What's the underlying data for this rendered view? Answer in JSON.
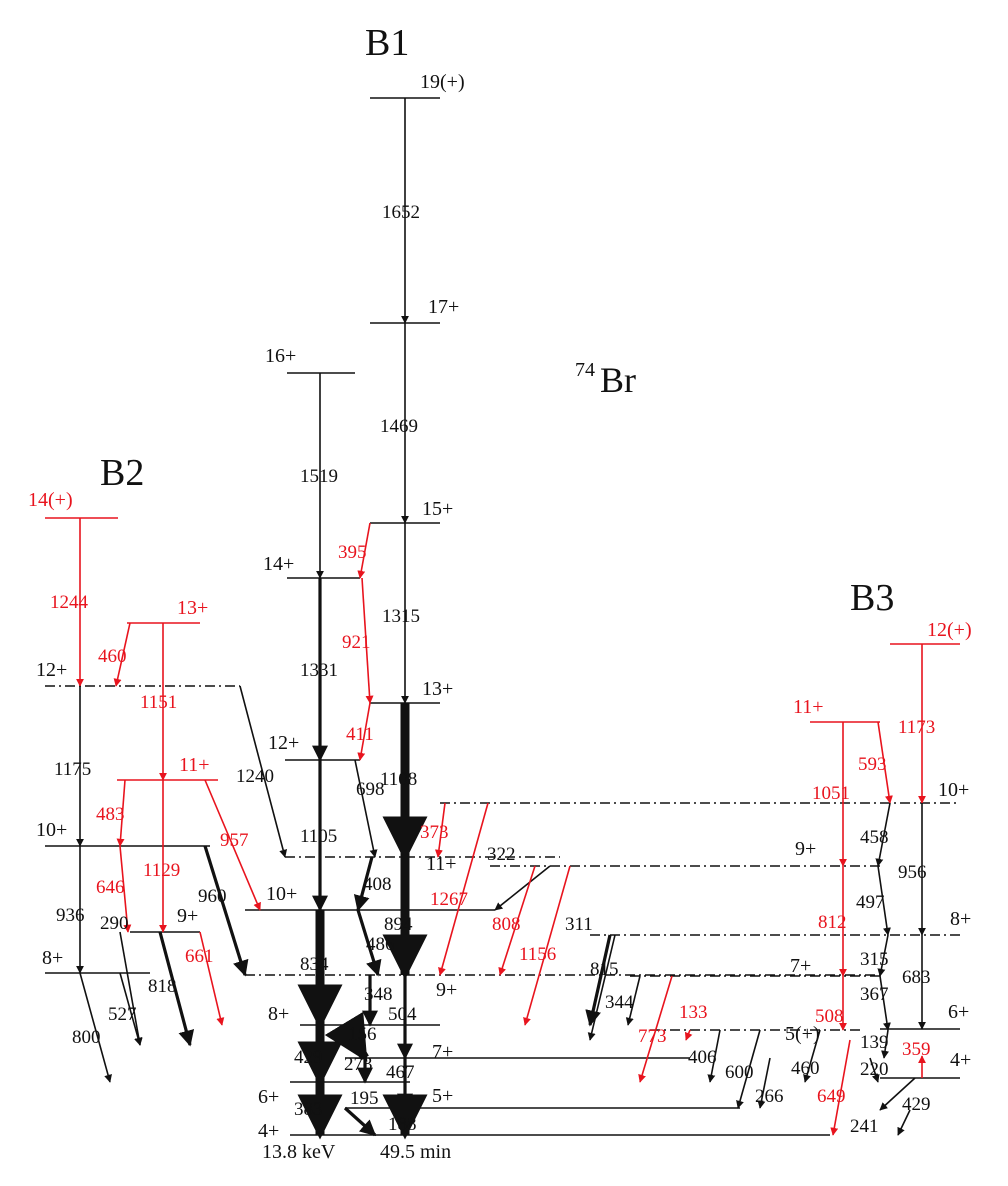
{
  "nucleus": {
    "mass": "74",
    "symbol": "Br"
  },
  "bands": {
    "b1": "B1",
    "b2": "B2",
    "b3": "B3"
  },
  "footer": {
    "energy": "13.8 keV",
    "halflife": "49.5 min"
  },
  "colors": {
    "black": "#111111",
    "red": "#e8141e"
  },
  "levels": [
    {
      "id": "b1_4",
      "spin": "4+",
      "color": "black"
    },
    {
      "id": "b1_5",
      "spin": "5+",
      "color": "black"
    },
    {
      "id": "b1_6",
      "spin": "6+",
      "color": "black"
    },
    {
      "id": "b1_7",
      "spin": "7+",
      "color": "black"
    },
    {
      "id": "b1_8",
      "spin": "8+",
      "color": "black"
    },
    {
      "id": "b1_9",
      "spin": "9+",
      "color": "black"
    },
    {
      "id": "b1_10",
      "spin": "10+",
      "color": "black"
    },
    {
      "id": "b1_11",
      "spin": "11+",
      "color": "black"
    },
    {
      "id": "b1_12",
      "spin": "12+",
      "color": "black"
    },
    {
      "id": "b1_13",
      "spin": "13+",
      "color": "black"
    },
    {
      "id": "b1_14",
      "spin": "14+",
      "color": "black"
    },
    {
      "id": "b1_15",
      "spin": "15+",
      "color": "black"
    },
    {
      "id": "b1_16",
      "spin": "16+",
      "color": "black"
    },
    {
      "id": "b1_17",
      "spin": "17+",
      "color": "black"
    },
    {
      "id": "b1_19",
      "spin": "19(+)",
      "color": "black"
    },
    {
      "id": "b2_8",
      "spin": "8+",
      "color": "black"
    },
    {
      "id": "b2_9",
      "spin": "9+",
      "color": "black"
    },
    {
      "id": "b2_10",
      "spin": "10+",
      "color": "black"
    },
    {
      "id": "b2_11",
      "spin": "11+",
      "color": "red"
    },
    {
      "id": "b2_12",
      "spin": "12+",
      "color": "black"
    },
    {
      "id": "b2_13",
      "spin": "13+",
      "color": "red"
    },
    {
      "id": "b2_14",
      "spin": "14(+)",
      "color": "red"
    },
    {
      "id": "b3_4",
      "spin": "4+",
      "color": "black"
    },
    {
      "id": "b3_5",
      "spin": "5(+)",
      "color": "black"
    },
    {
      "id": "b3_6",
      "spin": "6+",
      "color": "black"
    },
    {
      "id": "b3_7",
      "spin": "7+",
      "color": "black"
    },
    {
      "id": "b3_8",
      "spin": "8+",
      "color": "black"
    },
    {
      "id": "b3_9",
      "spin": "9+",
      "color": "black"
    },
    {
      "id": "b3_10",
      "spin": "10+",
      "color": "black"
    },
    {
      "id": "b3_11",
      "spin": "11+",
      "color": "red"
    },
    {
      "id": "b3_12",
      "spin": "12(+)",
      "color": "red"
    }
  ],
  "transitions": [
    {
      "e": "1652",
      "color": "black",
      "intensity": "weak"
    },
    {
      "e": "1469",
      "color": "black",
      "intensity": "weak"
    },
    {
      "e": "1315",
      "color": "black",
      "intensity": "weak"
    },
    {
      "e": "1108",
      "color": "black",
      "intensity": "strong"
    },
    {
      "e": "894",
      "color": "black",
      "intensity": "strong"
    },
    {
      "e": "504",
      "color": "black",
      "intensity": "medium"
    },
    {
      "e": "467",
      "color": "black",
      "intensity": "medium"
    },
    {
      "e": "188",
      "color": "black",
      "intensity": "strong"
    },
    {
      "e": "1519",
      "color": "black",
      "intensity": "weak"
    },
    {
      "e": "1331",
      "color": "black",
      "intensity": "medium"
    },
    {
      "e": "1105",
      "color": "black",
      "intensity": "medium"
    },
    {
      "e": "834",
      "color": "black",
      "intensity": "strong"
    },
    {
      "e": "429",
      "color": "black",
      "intensity": "strong"
    },
    {
      "e": "383",
      "color": "black",
      "intensity": "strong"
    },
    {
      "e": "698",
      "color": "black",
      "intensity": "weak"
    },
    {
      "e": "408",
      "color": "black",
      "intensity": "medium"
    },
    {
      "e": "486",
      "color": "black",
      "intensity": "medium"
    },
    {
      "e": "348",
      "color": "black",
      "intensity": "medium"
    },
    {
      "e": "156",
      "color": "black",
      "intensity": "strong"
    },
    {
      "e": "273",
      "color": "black",
      "intensity": "medium"
    },
    {
      "e": "195",
      "color": "black",
      "intensity": "medium"
    },
    {
      "e": "395",
      "color": "red",
      "intensity": "weak"
    },
    {
      "e": "921",
      "color": "red",
      "intensity": "weak"
    },
    {
      "e": "411",
      "color": "red",
      "intensity": "weak"
    },
    {
      "e": "373",
      "color": "red",
      "intensity": "weak"
    },
    {
      "e": "1267",
      "color": "red",
      "intensity": "weak"
    },
    {
      "e": "322",
      "color": "black",
      "intensity": "weak"
    },
    {
      "e": "808",
      "color": "red",
      "intensity": "weak"
    },
    {
      "e": "1156",
      "color": "red",
      "intensity": "weak"
    },
    {
      "e": "311",
      "color": "black",
      "intensity": "weak"
    },
    {
      "e": "815",
      "color": "black",
      "intensity": "medium"
    },
    {
      "e": "344",
      "color": "black",
      "intensity": "weak"
    },
    {
      "e": "773",
      "color": "red",
      "intensity": "weak"
    },
    {
      "e": "133",
      "color": "red",
      "intensity": "weak"
    },
    {
      "e": "406",
      "color": "black",
      "intensity": "weak"
    },
    {
      "e": "600",
      "color": "black",
      "intensity": "weak"
    },
    {
      "e": "460",
      "color": "black",
      "intensity": "weak"
    },
    {
      "e": "266",
      "color": "black",
      "intensity": "weak"
    },
    {
      "e": "1244",
      "color": "red",
      "intensity": "weak"
    },
    {
      "e": "460",
      "color": "red",
      "intensity": "weak"
    },
    {
      "e": "1151",
      "color": "red",
      "intensity": "weak"
    },
    {
      "e": "1175",
      "color": "black",
      "intensity": "weak"
    },
    {
      "e": "1240",
      "color": "black",
      "intensity": "weak"
    },
    {
      "e": "483",
      "color": "red",
      "intensity": "weak"
    },
    {
      "e": "957",
      "color": "red",
      "intensity": "weak"
    },
    {
      "e": "1129",
      "color": "red",
      "intensity": "weak"
    },
    {
      "e": "646",
      "color": "red",
      "intensity": "weak"
    },
    {
      "e": "960",
      "color": "black",
      "intensity": "medium"
    },
    {
      "e": "936",
      "color": "black",
      "intensity": "weak"
    },
    {
      "e": "661",
      "color": "red",
      "intensity": "weak"
    },
    {
      "e": "290",
      "color": "black",
      "intensity": "weak"
    },
    {
      "e": "818",
      "color": "black",
      "intensity": "medium"
    },
    {
      "e": "527",
      "color": "black",
      "intensity": "weak"
    },
    {
      "e": "800",
      "color": "black",
      "intensity": "weak"
    },
    {
      "e": "1173",
      "color": "red",
      "intensity": "weak"
    },
    {
      "e": "593",
      "color": "red",
      "intensity": "weak"
    },
    {
      "e": "1051",
      "color": "red",
      "intensity": "weak"
    },
    {
      "e": "458",
      "color": "black",
      "intensity": "weak"
    },
    {
      "e": "956",
      "color": "black",
      "intensity": "weak"
    },
    {
      "e": "497",
      "color": "black",
      "intensity": "weak"
    },
    {
      "e": "812",
      "color": "red",
      "intensity": "weak"
    },
    {
      "e": "315",
      "color": "black",
      "intensity": "weak"
    },
    {
      "e": "683",
      "color": "black",
      "intensity": "weak"
    },
    {
      "e": "367",
      "color": "black",
      "intensity": "weak"
    },
    {
      "e": "508",
      "color": "red",
      "intensity": "weak"
    },
    {
      "e": "139",
      "color": "black",
      "intensity": "weak"
    },
    {
      "e": "359",
      "color": "red",
      "intensity": "weak"
    },
    {
      "e": "220",
      "color": "black",
      "intensity": "weak"
    },
    {
      "e": "649",
      "color": "red",
      "intensity": "weak"
    },
    {
      "e": "429",
      "color": "black",
      "intensity": "weak"
    },
    {
      "e": "241",
      "color": "black",
      "intensity": "weak"
    }
  ]
}
